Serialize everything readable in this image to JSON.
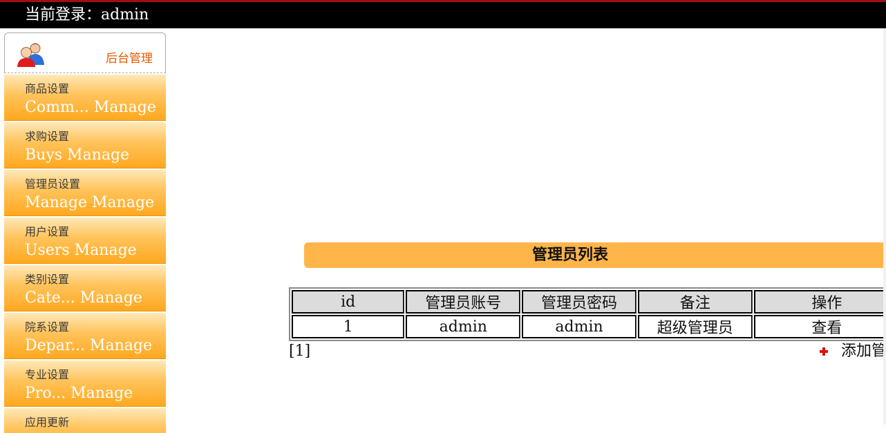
{
  "header": {
    "login_text": "当前登录：admin"
  },
  "sidebar": {
    "title": "后台管理",
    "items": [
      {
        "cn": "商品设置",
        "en": "Comm... Manage"
      },
      {
        "cn": "求购设置",
        "en": "Buys Manage"
      },
      {
        "cn": "管理员设置",
        "en": "Manage Manage"
      },
      {
        "cn": "用户设置",
        "en": "Users Manage"
      },
      {
        "cn": "类别设置",
        "en": "Cate... Manage"
      },
      {
        "cn": "院系设置",
        "en": "Depar... Manage"
      },
      {
        "cn": "专业设置",
        "en": "Pro... Manage"
      },
      {
        "cn": "应用更新",
        "en": ""
      }
    ]
  },
  "main": {
    "list_title": "管理员列表",
    "table": {
      "headers": [
        "id",
        "管理员账号",
        "管理员密码",
        "备注",
        "操作"
      ],
      "rows": [
        {
          "id": "1",
          "account": "admin",
          "password": "admin",
          "remark": "超级管理员",
          "action": "查看"
        }
      ]
    },
    "pager": "[1]",
    "add_label": "添加管理员"
  },
  "colors": {
    "top_bar": "#000000",
    "top_border": "#a01010",
    "sidebar_item": "#ffa81f",
    "title_bar": "#ffb54a",
    "sidebar_title": "#e35a00"
  },
  "icons": {
    "header_icon": "users-icon",
    "add_icon": "plus-icon"
  }
}
